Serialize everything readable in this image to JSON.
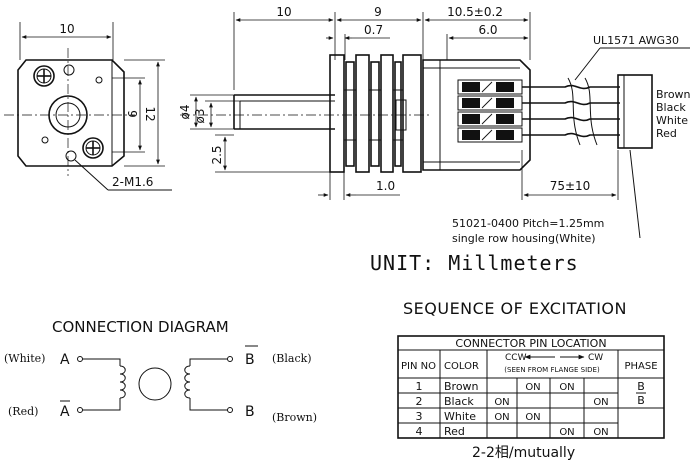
{
  "front_view": {
    "dim_width": "10",
    "dim_inner": "9",
    "dim_outer": "12",
    "screw_label": "2-M1.6"
  },
  "side_view": {
    "dim_shaft": "10",
    "dim_gear": "9",
    "dim_gear_inner": "0.7",
    "dim_motor": "10.5±0.2",
    "dim_motor_inner": "6.0",
    "dim_dia4": "ø4",
    "dim_dia3": "ø3",
    "dim_flat": "2.5",
    "dim_flange": "1.0",
    "dim_lead": "75±10",
    "cable_label": "UL1571 AWG30",
    "wire_colors": [
      "Brown",
      "Black",
      "White",
      "Red"
    ],
    "housing_line1": "51021-0400 Pitch=1.25mm",
    "housing_line2": "single row housing(White)"
  },
  "unit_label": "UNIT: Millmeters",
  "connection": {
    "title": "CONNECTION DIAGRAM",
    "left_top_color": "(White)",
    "left_top_pin": "A",
    "left_bottom_color": "(Red)",
    "left_bottom_pin": "A",
    "right_top_pin": "B",
    "right_top_color": "(Black)",
    "right_bottom_pin": "B",
    "right_bottom_color": "(Brown)"
  },
  "sequence": {
    "title": "SEQUENCE OF EXCITATION",
    "table_header": "CONNECTOR PIN LOCATION",
    "col_pin": "PIN NO",
    "col_color": "COLOR",
    "ccw": "CCW",
    "cw": "CW",
    "seen_from": "(SEEN FROM FLANGE SIDE)",
    "col_phase": "PHASE",
    "rows": [
      {
        "pin": "1",
        "color": "Brown",
        "s1": "",
        "s2": "ON",
        "s3": "ON",
        "s4": ""
      },
      {
        "pin": "2",
        "color": "Black",
        "s1": "ON",
        "s2": "",
        "s3": "",
        "s4": "ON"
      },
      {
        "pin": "3",
        "color": "White",
        "s1": "ON",
        "s2": "ON",
        "s3": "",
        "s4": ""
      },
      {
        "pin": "4",
        "color": "Red",
        "s1": "",
        "s2": "",
        "s3": "ON",
        "s4": "ON"
      }
    ],
    "phase_a": "B",
    "phase_b": "B",
    "footer": "2-2相/mutually"
  }
}
